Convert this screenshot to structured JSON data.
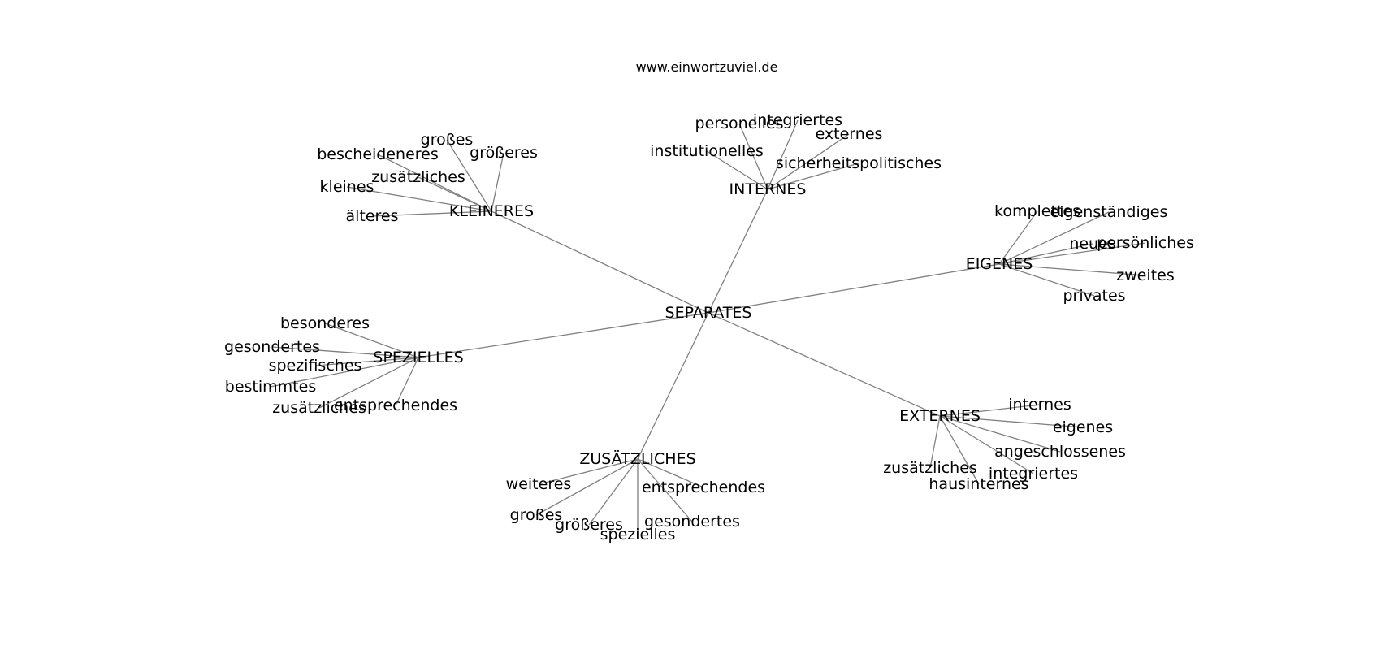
{
  "title": "www.einwortzuviel.de",
  "center": "SEPARATES",
  "clusters": [
    {
      "label": "KLEINERES",
      "leaves": [
        "großes",
        "größeres",
        "bescheideneres",
        "zusätzliches",
        "kleines",
        "älteres"
      ]
    },
    {
      "label": "INTERNES",
      "leaves": [
        "personelles",
        "integriertes",
        "externes",
        "institutionelles",
        "sicherheitspolitisches"
      ]
    },
    {
      "label": "EIGENES",
      "leaves": [
        "komplettes",
        "eigenständiges",
        "neues",
        "persönliches",
        "zweites",
        "privates"
      ]
    },
    {
      "label": "SPEZIELLES",
      "leaves": [
        "besonderes",
        "gesondertes",
        "spezifisches",
        "bestimmtes",
        "zusätzliches",
        "entsprechendes"
      ]
    },
    {
      "label": "EXTERNES",
      "leaves": [
        "internes",
        "eigenes",
        "angeschlossenes",
        "integriertes",
        "zusätzliches",
        "hausinternes"
      ]
    },
    {
      "label": "ZUSÄTZLICHES",
      "leaves": [
        "weiteres",
        "entsprechendes",
        "großes",
        "größeres",
        "gesondertes",
        "spezielles"
      ]
    }
  ]
}
